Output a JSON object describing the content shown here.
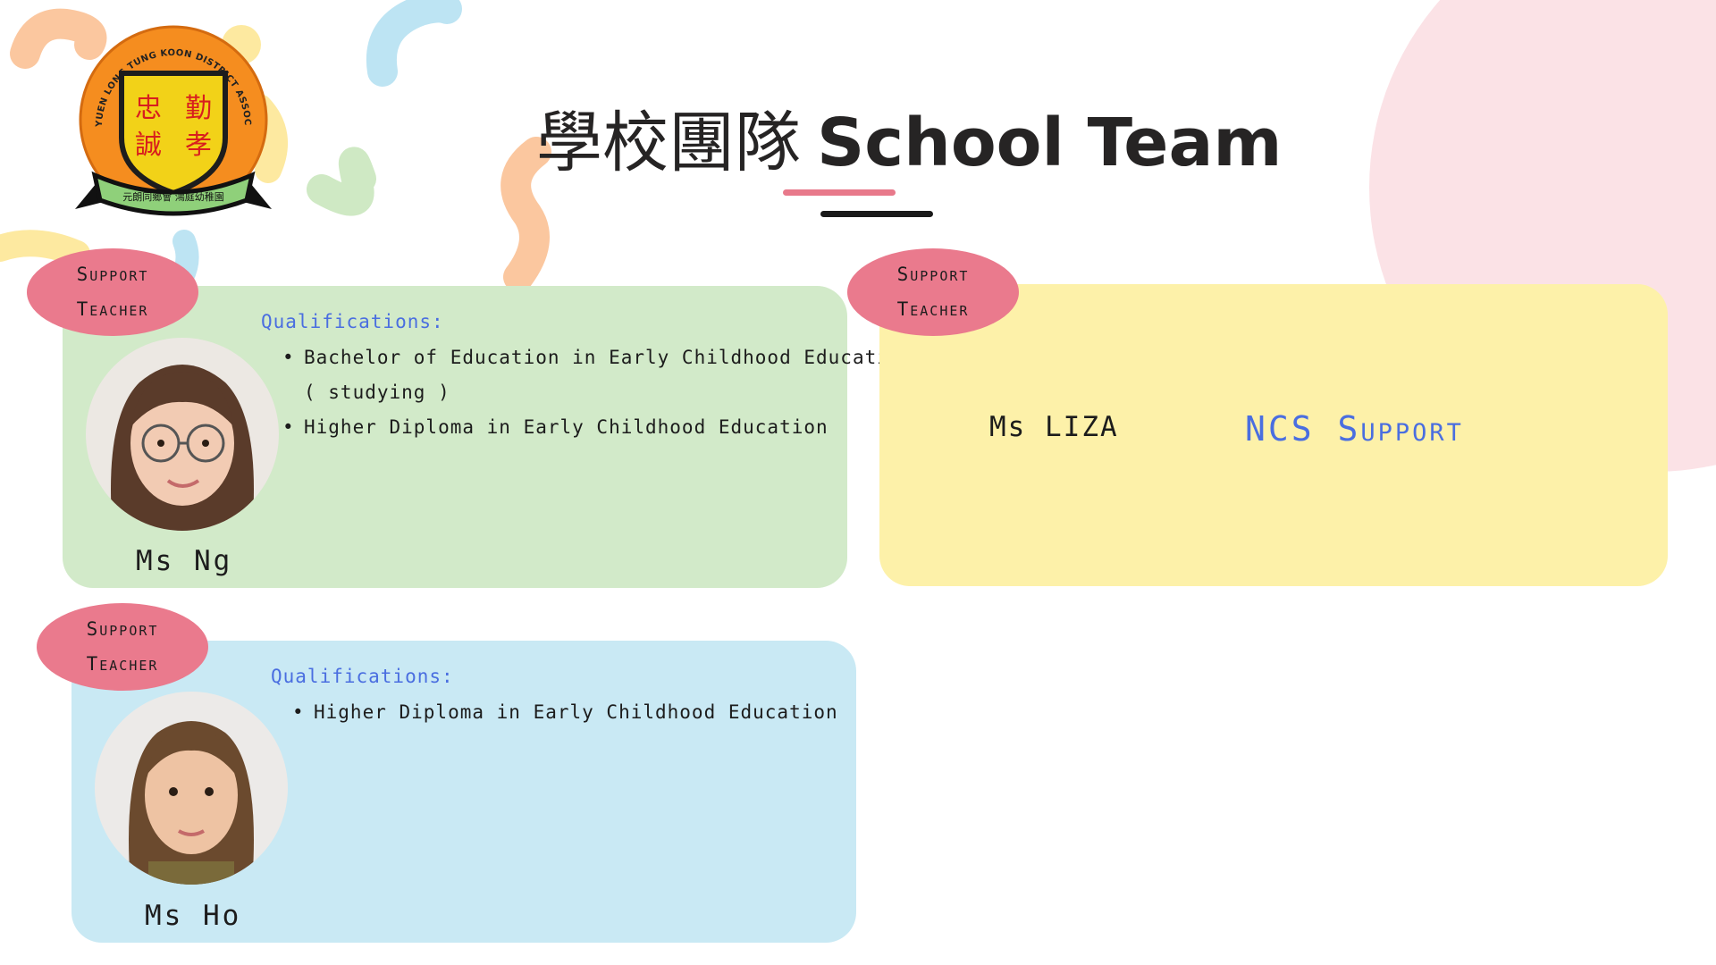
{
  "header": {
    "title_zh": "學校團隊",
    "title_en": "School Team"
  },
  "logo": {
    "emblem_chars": [
      "忠",
      "勤",
      "誠",
      "孝"
    ],
    "ring_text": "YUEN LONG TUNG KOON DISTRICT ASSOCIATION HUNG TING KA KINDERGARTEN",
    "ribbon_text": "元朗同鄉會 鴻庭幼稚園"
  },
  "cards": [
    {
      "badge_line1": "Support",
      "badge_line2": "Teacher",
      "name": "Ms Ng",
      "qualifications_label": "Qualifications:",
      "qualifications": [
        {
          "line1": "Bachelor of Education in Early Childhood Education",
          "line2": "( studying )"
        },
        {
          "line1": "Higher Diploma in Early Childhood Education",
          "line2": ""
        }
      ]
    },
    {
      "badge_line1": "Support",
      "badge_line2": "Teacher",
      "name": "Ms LIZA",
      "role": "NCS Support"
    },
    {
      "badge_line1": "Support",
      "badge_line2": "Teacher",
      "name": "Ms Ho",
      "qualifications_label": "Qualifications:",
      "qualifications": [
        {
          "line1": "Higher Diploma in Early Childhood Education",
          "line2": ""
        }
      ]
    }
  ],
  "colors": {
    "title": "#262424",
    "accent_pink": "#e8798b",
    "accent_blue_text": "#4a6ee0",
    "card_green": "#d2eac9",
    "card_yellow": "#fdf1a9",
    "card_blue": "#c9e9f4"
  }
}
